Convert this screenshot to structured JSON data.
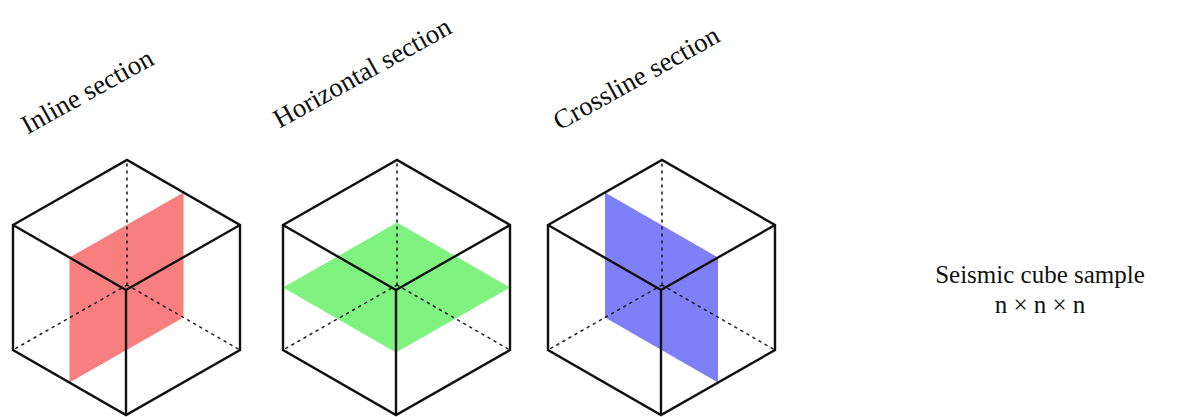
{
  "diagram": {
    "labels": [
      "Inline section",
      "Horizontal section",
      "Crossline section",
      "Seismic cube sample",
      "n × n × n"
    ]
  }
}
